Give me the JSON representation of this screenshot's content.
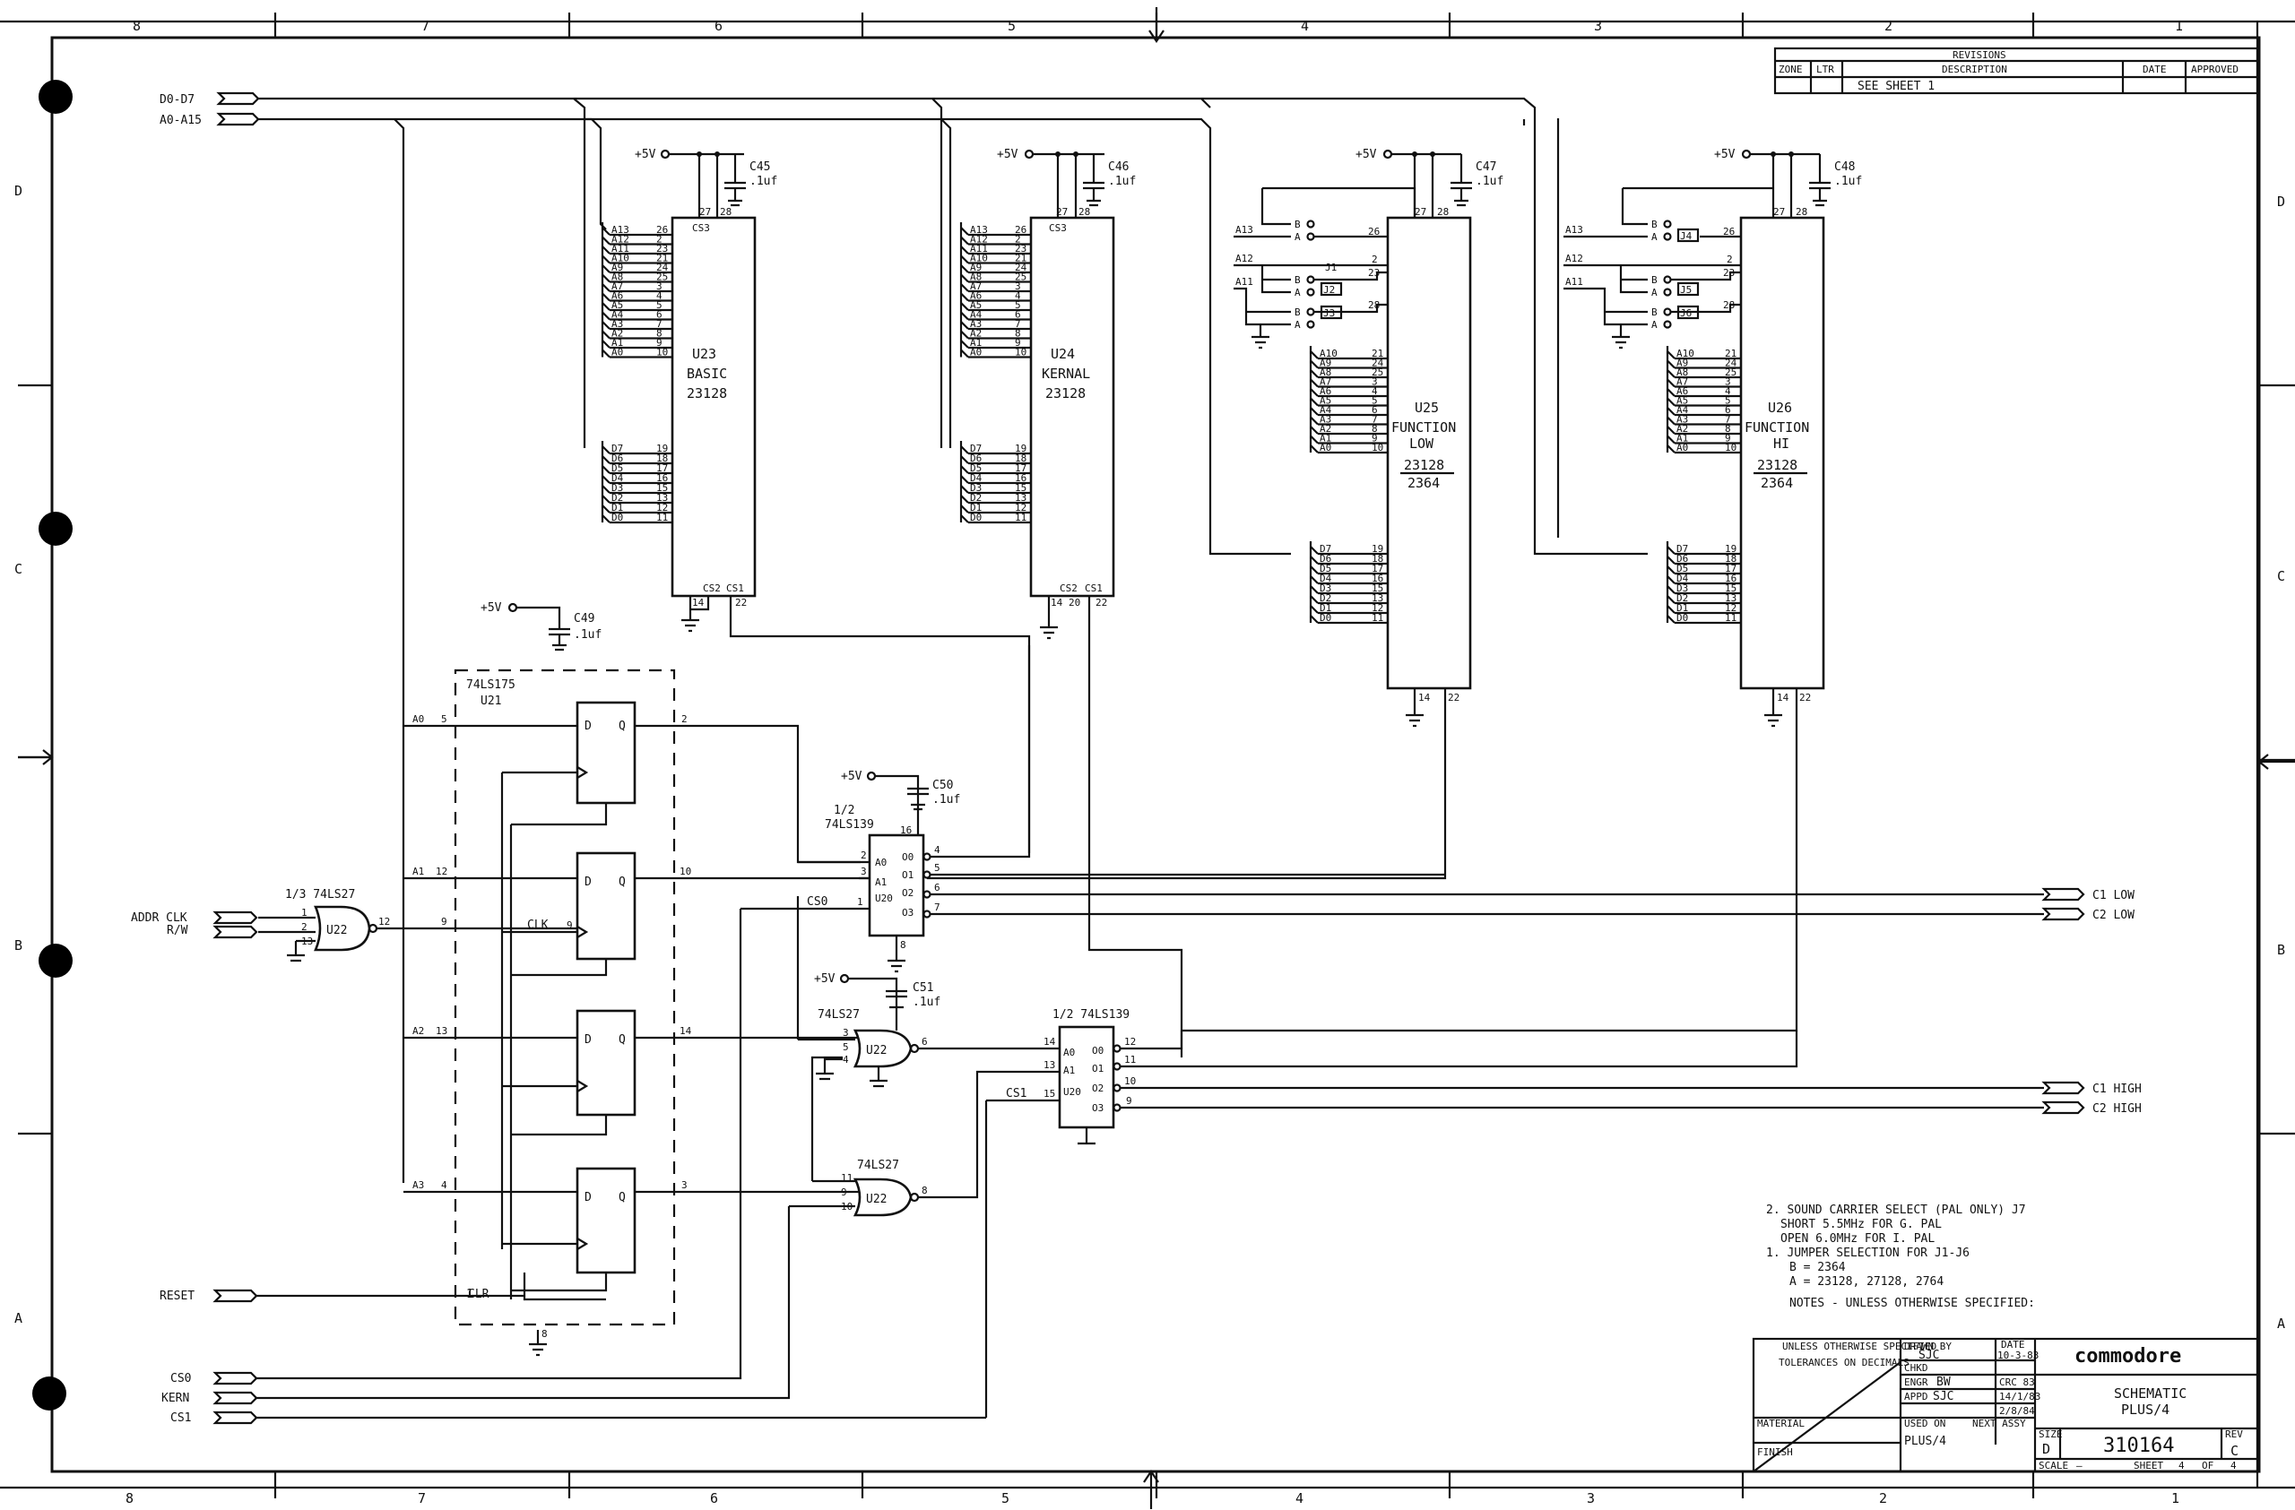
{
  "title_block": {
    "company": "commodore",
    "title_line1": "SCHEMATIC",
    "title_line2": "PLUS/4",
    "size_label": "SIZE",
    "size": "D",
    "drawing_number": "310164",
    "rev_label": "REV",
    "rev": "C",
    "scale_label": "SCALE",
    "scale": "—",
    "sheet_label": "SHEET",
    "sheet": "4",
    "of_label": "OF",
    "sheet_total": "4",
    "drawn_by_label": "DRAWN BY",
    "drawn_by": "SJC",
    "date_label": "DATE",
    "drawn_date": "10-3-83",
    "chkd_label": "CHKD",
    "engr_label": "ENGR",
    "engr": "BW",
    "engr_date": "CRC 83",
    "appd_label": "APPD",
    "appd": "SJC",
    "appd_date": "14/1/83",
    "appd2_date": "2/8/84",
    "used_on_label": "USED ON",
    "used_on": "PLUS/4",
    "next_assy_label": "NEXT ASSY",
    "unless_label": "UNLESS OTHERWISE SPECIFIED",
    "tolerances_label": "TOLERANCES ON DECIMALS",
    "material_label": "MATERIAL",
    "finish_label": "FINISH"
  },
  "revisions": {
    "header": "REVISIONS",
    "zone": "ZONE",
    "ltr": "LTR",
    "description": "DESCRIPTION",
    "date": "DATE",
    "approved": "APPROVED",
    "entry": "SEE SHEET 1"
  },
  "zones": {
    "columns": [
      "8",
      "7",
      "6",
      "5",
      "4",
      "3",
      "2",
      "1"
    ],
    "rows": [
      "D",
      "C",
      "B",
      "A"
    ]
  },
  "notes": {
    "header": "NOTES - UNLESS OTHERWISE SPECIFIED:",
    "n1a": "1. JUMPER SELECTION FOR J1-J6",
    "n1b": "B = 2364",
    "n1c": "A = 23128, 27128, 2764",
    "n2a": "2. SOUND CARRIER SELECT (PAL ONLY) J7",
    "n2b": "SHORT 5.5MHz FOR G. PAL",
    "n2c": "OPEN 6.0MHz FOR I. PAL"
  },
  "buses": {
    "data": "D0-D7",
    "addr": "A0-A15"
  },
  "chips": {
    "u23": {
      "ref": "U23",
      "name": "BASIC",
      "part": "23128",
      "cs": "CS3",
      "cs2": "CS2",
      "cs1": "CS1"
    },
    "u24": {
      "ref": "U24",
      "name": "KERNAL",
      "part": "23128",
      "cs": "CS3",
      "cs2": "CS2",
      "cs1": "CS1"
    },
    "u25": {
      "ref": "U25",
      "name1": "FUNCTION",
      "name2": "LOW",
      "part1": "23128",
      "part2": "2364"
    },
    "u26": {
      "ref": "U26",
      "name1": "FUNCTION",
      "name2": "HI",
      "part1": "23128",
      "part2": "2364"
    },
    "u21": {
      "ref": "U21",
      "part": "74LS175",
      "clr": "CLR"
    },
    "u22a": {
      "ref": "U22",
      "frac": "1/3 74LS27"
    },
    "u22b": {
      "ref": "U22",
      "part": "74LS27"
    },
    "u22c": {
      "ref": "U22",
      "part": "74LS27"
    },
    "u20a": {
      "ref": "U20",
      "frac": "1/2",
      "part": "74LS139"
    },
    "u20b": {
      "ref": "U20",
      "part": "1/2 74LS139"
    }
  },
  "caps": {
    "c45": {
      "ref": "C45",
      "val": ".1uf"
    },
    "c46": {
      "ref": "C46",
      "val": ".1uf"
    },
    "c47": {
      "ref": "C47",
      "val": ".1uf"
    },
    "c48": {
      "ref": "C48",
      "val": ".1uf"
    },
    "c49": {
      "ref": "C49",
      "val": ".1uf"
    },
    "c50": {
      "ref": "C50",
      "val": ".1uf"
    },
    "c51": {
      "ref": "C51",
      "val": ".1uf"
    }
  },
  "power": "+5V",
  "signals": {
    "addr_clk": "ADDR CLK",
    "rw": "R/W",
    "reset": "RESET",
    "cs0": "CS0",
    "kern": "KERN",
    "cs1": "CS1",
    "c1low": "C1 LOW",
    "c2low": "C2 LOW",
    "c1high": "C1 HIGH",
    "c2high": "C2 HIGH",
    "clk": "CLK"
  },
  "rom_addr_pins": [
    "A13",
    "A12",
    "A11",
    "A10",
    "A9",
    "A8",
    "A7",
    "A6",
    "A5",
    "A4",
    "A3",
    "A2",
    "A1",
    "A0"
  ],
  "rom_addr_nums": [
    "26",
    "2",
    "23",
    "21",
    "24",
    "25",
    "3",
    "4",
    "5",
    "6",
    "7",
    "8",
    "9",
    "10"
  ],
  "fn_addr_pins": [
    "A10",
    "A9",
    "A8",
    "A7",
    "A6",
    "A5",
    "A4",
    "A3",
    "A2",
    "A1",
    "A0"
  ],
  "fn_addr_nums": [
    "21",
    "24",
    "25",
    "3",
    "4",
    "5",
    "6",
    "7",
    "8",
    "9",
    "10"
  ],
  "data_pins": [
    "D7",
    "D6",
    "D5",
    "D4",
    "D3",
    "D2",
    "D1",
    "D0"
  ],
  "data_nums": [
    "19",
    "18",
    "17",
    "16",
    "15",
    "13",
    "12",
    "11"
  ],
  "jumpers": [
    "J1",
    "J2",
    "J3",
    "J4",
    "J5",
    "J6"
  ]
}
